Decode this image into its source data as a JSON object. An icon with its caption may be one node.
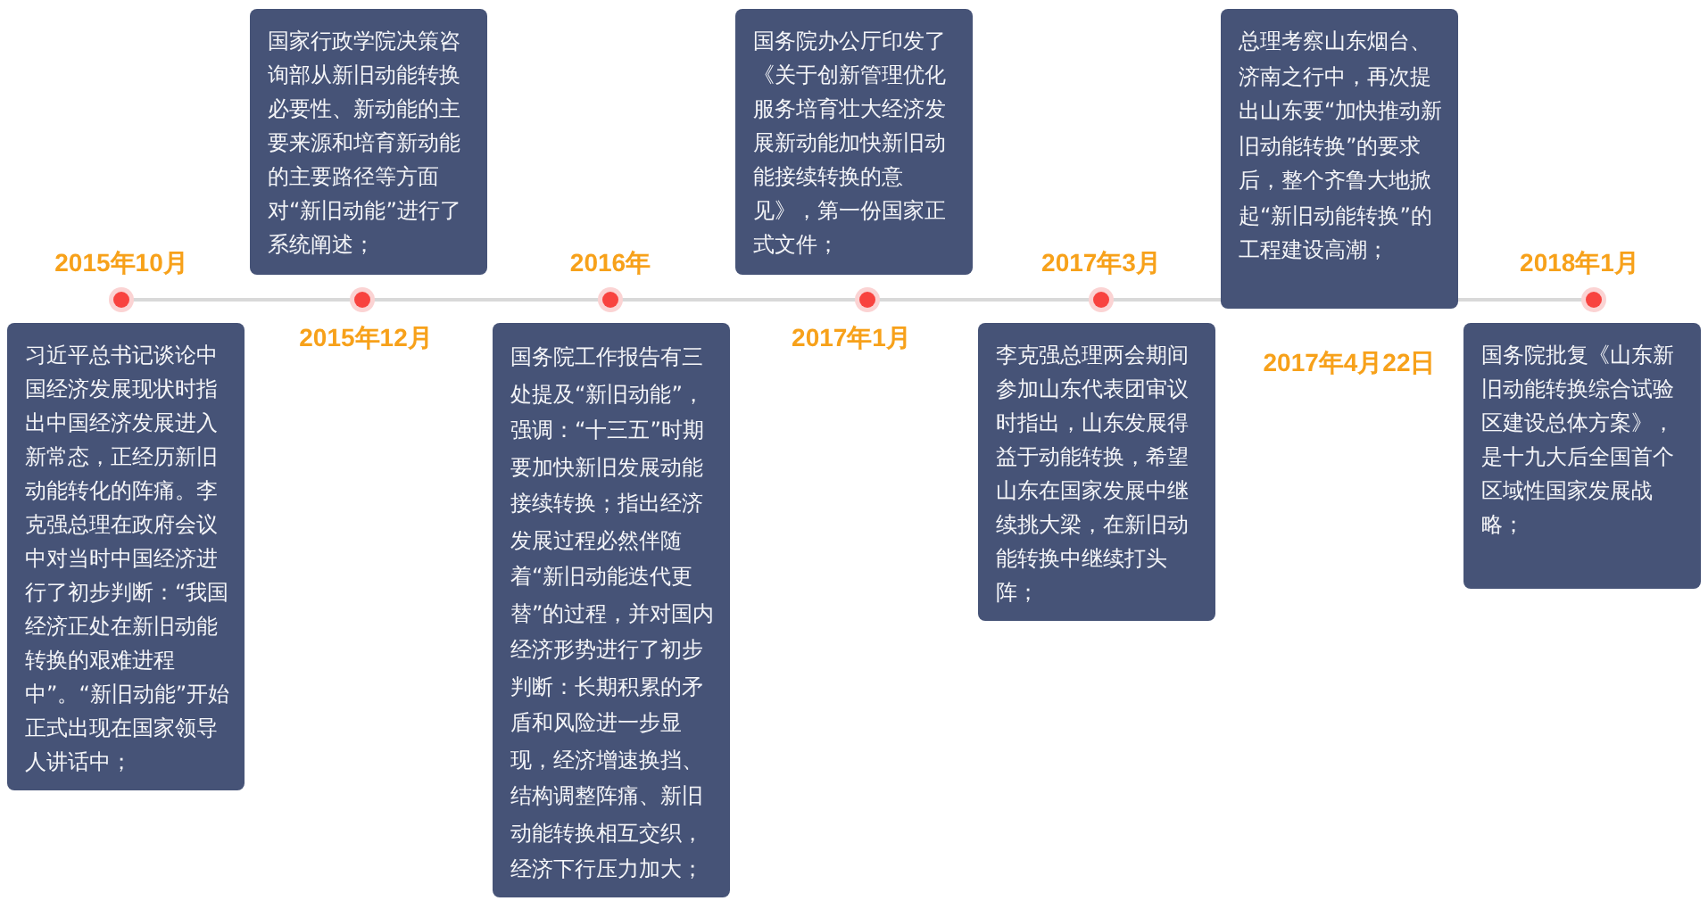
{
  "diagram": {
    "nodes": [
      {
        "text": [
          "习近平总书记谈论中国经济发展现状时指出中国经济发展进入新常态，正经历新旧动能转化的阵痛。李克强总理在政府会议中对当时中国经济进行了初步判断：“我国经济正处在新旧动能转换的艰难进程中”。“新旧动能”开始正式出现在国家领导人讲话中；"
        ],
        "beside": [
          "2015年10月"
        ]
      },
      {
        "text": [
          "国家行政学院决策咨询部从新旧动能转换必要性、新动能的主要来源和培育新动能的主要路径等方面对“新旧动能”进行了系统阐述；"
        ],
        "beside": [
          "2015年12月"
        ]
      },
      {
        "text": [
          "国务院工作报告有三处提及“新旧动能”，强调：“十三五”时期要加快新旧发展动能接续转换；指出经济发展过程必然伴随着“新旧动能迭代更替”的过程，并对国内经济形势进行了初步判断：长期积累的矛盾和风险进一步显现，经济增速换挡、结构调整阵痛、新旧动能转换相互交织，经济下行压力加大；"
        ],
        "beside": [
          "2016年"
        ]
      },
      {
        "text": [
          "国务院办公厅印发了《关于创新管理优化服务培育壮大经济发展新动能加快新旧动能接续转换的意见》，第一份国家正式文件；"
        ],
        "beside": [
          "2017年1月"
        ]
      },
      {
        "text": [
          "李克强总理两会期间参加山东代表团审议时指出，山东发展得益于动能转换，希望山东在国家发展中继续挑大梁，在新旧动能转换中继续打头阵；"
        ],
        "beside": [
          "2017年3月"
        ]
      },
      {
        "text": [
          "总理考察山东烟台、济南之行中，再次提出山东要“加快推动新旧动能转换”的要求后，整个齐鲁大地掀起“新旧动能转换”的工程建设高潮；"
        ],
        "beside": [
          "2017年4月22日"
        ]
      },
      {
        "text": [
          "国务院批复《山东新旧动能转换综合试验区建设总体方案》，是十九大后全国首个区域性国家发展战略；"
        ],
        "beside": [
          "2018年1月"
        ]
      }
    ]
  }
}
